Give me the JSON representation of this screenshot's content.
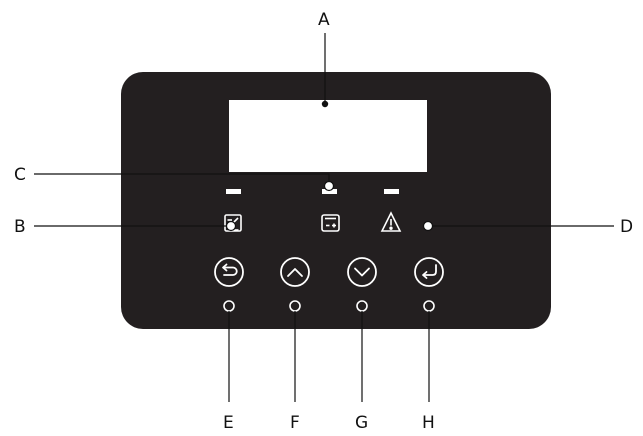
{
  "callouts": {
    "a": "A",
    "b": "B",
    "c": "C",
    "d": "D",
    "e": "E",
    "f": "F",
    "g": "G",
    "h": "H"
  },
  "colors": {
    "panel": "#231f20",
    "screen": "#ffffff",
    "lines": "#111111",
    "icons": "#ffffff"
  },
  "icons": {
    "indicator_b": "solar-pv-icon",
    "indicator_c": "battery-icon",
    "indicator_d": "warning-triangle-icon",
    "button_e": "back-arrow-icon",
    "button_f": "chevron-up-icon",
    "button_g": "chevron-down-icon",
    "button_h": "enter-icon"
  }
}
